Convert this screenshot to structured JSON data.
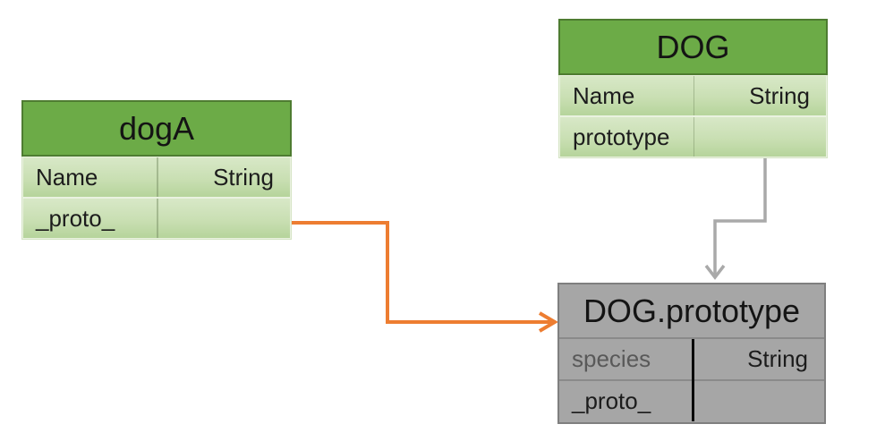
{
  "boxes": {
    "dogA": {
      "title": "dogA",
      "rows": [
        {
          "label": "Name",
          "value": "String"
        },
        {
          "label": "_proto_",
          "value": ""
        }
      ]
    },
    "DOG": {
      "title": "DOG",
      "rows": [
        {
          "label": "Name",
          "value": "String"
        },
        {
          "label": "prototype",
          "value": ""
        }
      ]
    },
    "DOG_prototype": {
      "title": "DOG.prototype",
      "rows": [
        {
          "label": "species",
          "value": "String"
        },
        {
          "label": "_proto_",
          "value": ""
        }
      ]
    }
  },
  "arrows": [
    {
      "name": "dogA-proto-to-DOG-prototype",
      "from": "dogA._proto_",
      "to": "DOG.prototype",
      "style": "elbow",
      "color": "#ED7D31"
    },
    {
      "name": "DOG-prototype-property-to-DOG-prototype",
      "from": "DOG.prototype (property cell)",
      "to": "DOG.prototype",
      "style": "elbow",
      "color": "#A9A9A9"
    }
  ],
  "colors": {
    "header_green": "#6CAB47",
    "header_green_border": "#4E7C31",
    "body_green_top": "#D8E8C7",
    "body_green_bottom": "#B6D49B",
    "gray_box": "#A6A6A6",
    "gray_border": "#7F7F7F",
    "divider_black": "#0A0A0A",
    "text_black": "#141414",
    "species_text_gray": "#595959",
    "arrow_orange": "#ED7D31",
    "arrow_gray": "#A9A9A9"
  }
}
